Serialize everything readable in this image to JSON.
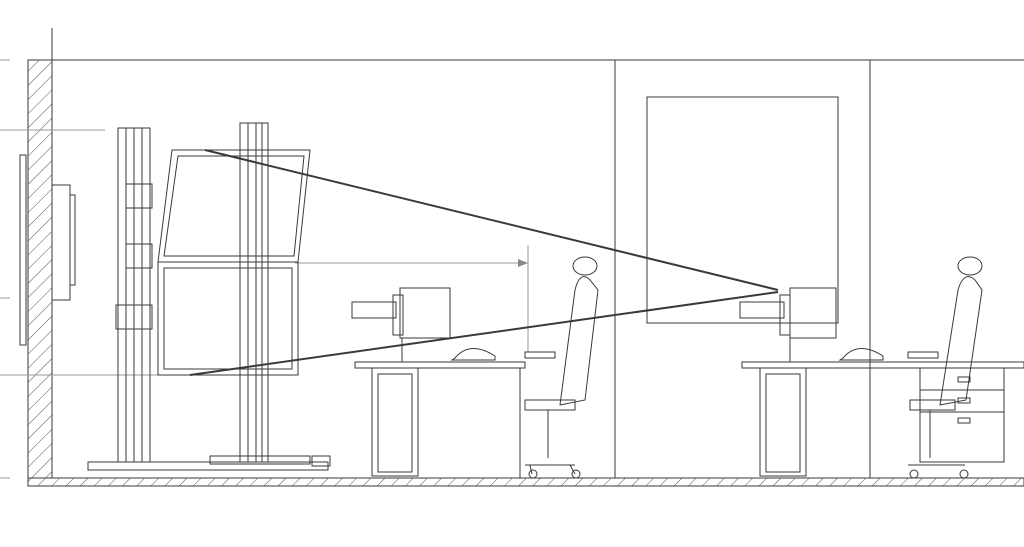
{
  "drawing": {
    "type": "elevation-section",
    "colors": {
      "line": "#3a3a3a",
      "background": "#ffffff",
      "sightline": "#1a1a1a"
    },
    "workstations": 2,
    "displays_in_wall": 2
  }
}
